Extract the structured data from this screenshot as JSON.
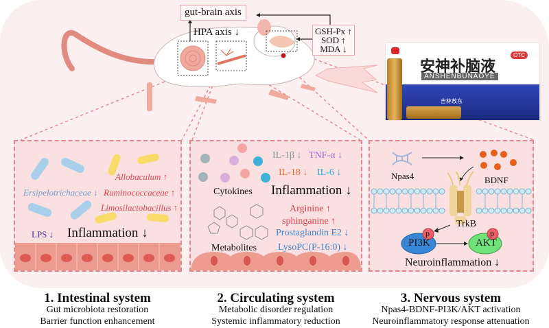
{
  "top": {
    "gut_brain_axis": "gut-brain axis",
    "hpa_axis": "HPA axis ↓",
    "oxidative": [
      "GSH-Px ↑",
      "SOD ↑",
      "MDA ↓"
    ]
  },
  "product": {
    "name_cn": "安神补脑液",
    "name_pinyin": "ANSHENBUNAOYE",
    "badge": "OTC",
    "company": "吉林敖东"
  },
  "panel1": {
    "bacteria_down": "Ersipelotrichaceae ↓",
    "bacteria_up": [
      "Allobaculum ↑",
      "Ruminococcaceae ↑",
      "Limosilactobacillus ↑"
    ],
    "lps": "LPS ↓",
    "inflammation": "Inflammation ↓",
    "colors": {
      "down": "#6f9fc9",
      "up": "#e0424a",
      "lps": "#4a2d9a"
    }
  },
  "panel2": {
    "cytokines_label": "Cytokines",
    "metabolites_label": "Metabolites",
    "il1b": "IL-1β ↓",
    "tnfa": "TNF-α ↓",
    "il18": "IL-18 ↓",
    "il6": "IL-6 ↓",
    "inflammation": "Inflammation ↓",
    "metab_up": [
      "Arginine ↑",
      "sphinganine ↑"
    ],
    "metab_down": [
      "Prostaglandin E2 ↓",
      "LysoPC(P-16:0) ↓"
    ],
    "colors": {
      "il1b": "#7f979c",
      "tnfa": "#a462d6",
      "il18": "#f06a32",
      "il6": "#2aa9dc",
      "up": "#e0424a",
      "down": "#3a82d0"
    }
  },
  "panel3": {
    "npas4": "Npas4",
    "bdnf": "BDNF",
    "trkb": "TrkB",
    "pi3k": "PI3K",
    "akt": "AKT",
    "p": "p",
    "neuro": "Neuroinflammation ↓"
  },
  "sections": [
    {
      "title": "1. Intestinal system",
      "lines": [
        "Gut microbiota restoration",
        "Barrier function enhancement"
      ]
    },
    {
      "title": "2. Circulating system",
      "lines": [
        "Metabolic disorder regulation",
        "Systemic inflammatory reduction"
      ]
    },
    {
      "title": "3. Nervous system",
      "lines": [
        "Npas4-BDNF-PI3K/AKT activation",
        "Neuroinflammatory response attenuation"
      ]
    }
  ]
}
